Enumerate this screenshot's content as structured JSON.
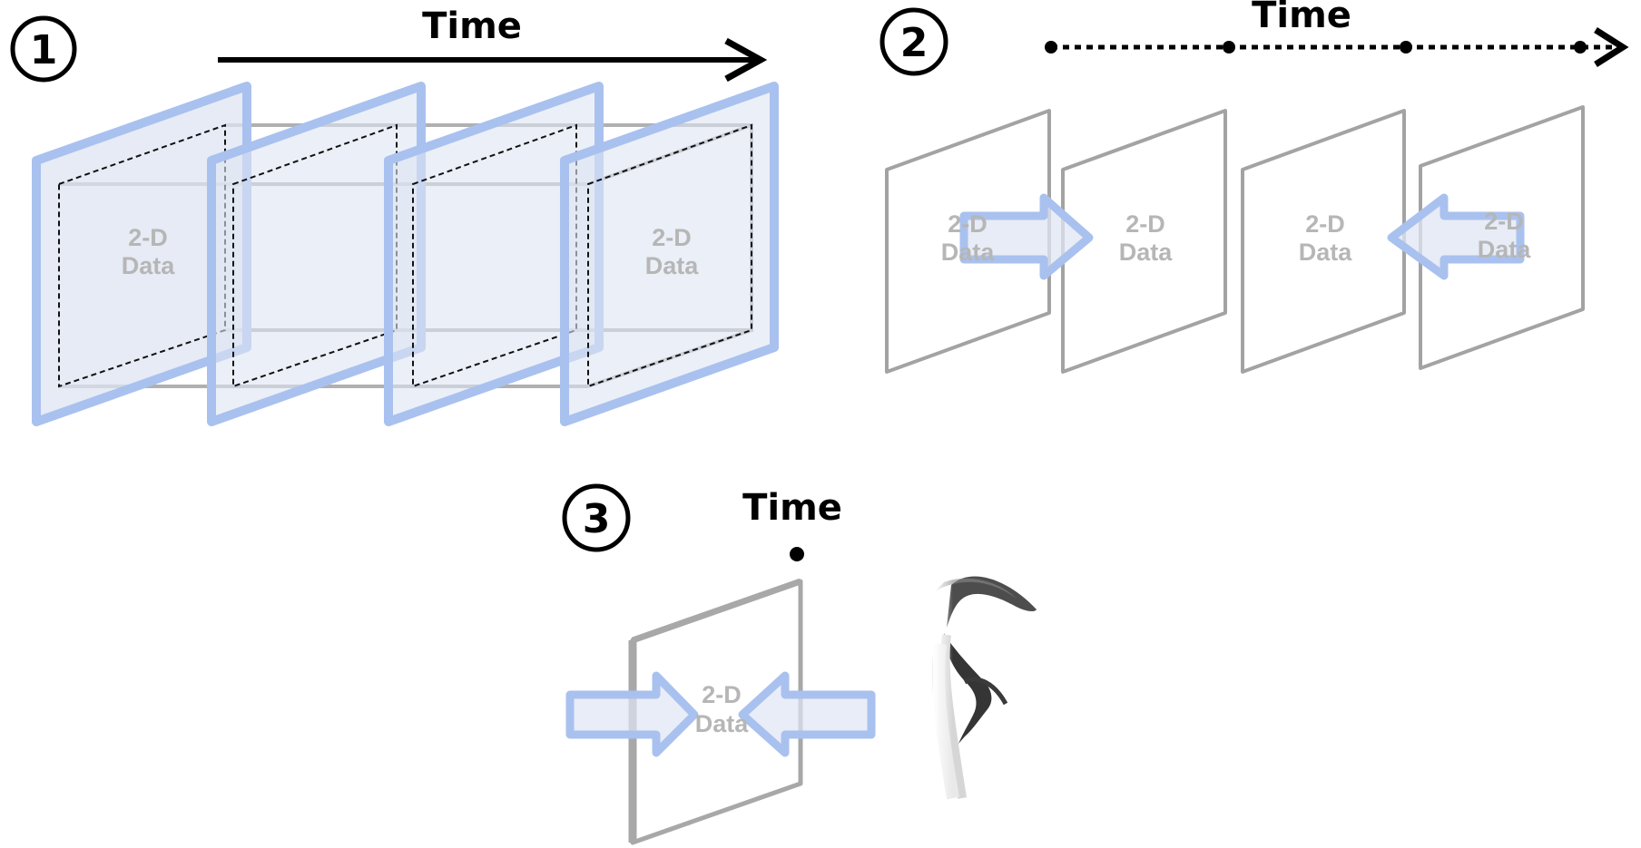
{
  "panel1": {
    "number": "1",
    "time_label": "Time",
    "frames": [
      {
        "line1": "2-D",
        "line2": "Data"
      },
      {
        "line1": "2-D",
        "line2": "Data"
      }
    ]
  },
  "panel2": {
    "number": "2",
    "time_label": "Time",
    "frames": [
      {
        "line1": "2-D",
        "line2": "Data"
      },
      {
        "line1": "2-D",
        "line2": "Data"
      },
      {
        "line1": "2-D",
        "line2": "Data"
      },
      {
        "line1": "2-D",
        "line2": "Data"
      }
    ]
  },
  "panel3": {
    "number": "3",
    "time_label": "Time",
    "frame": {
      "line1": "2-D",
      "line2": "Data"
    }
  },
  "colors": {
    "blue_frame": "#a9c1ef",
    "blue_fill": "#dfe6f3",
    "gray_frame": "#a3a3a3",
    "data_text": "#b6b6b6"
  },
  "icons": [
    "eye-icon",
    "arrow-right-icon",
    "arrow-left-icon"
  ]
}
